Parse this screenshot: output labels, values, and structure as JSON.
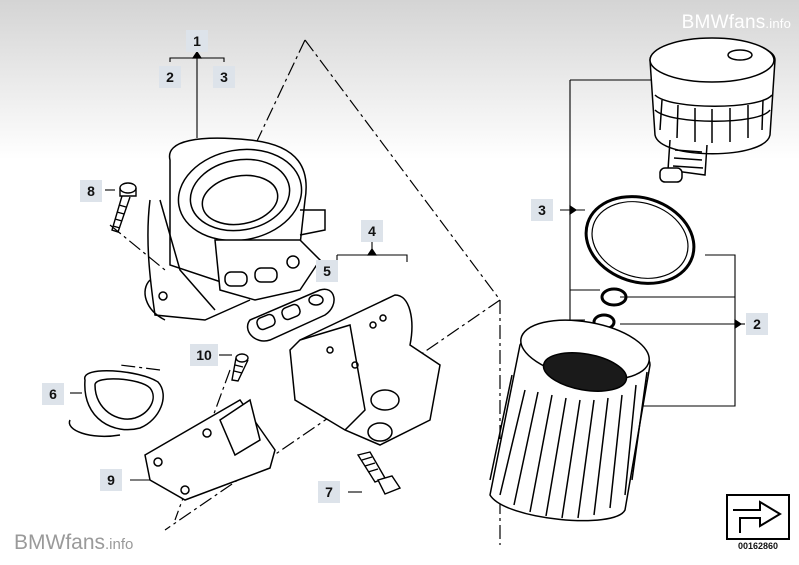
{
  "watermark_top": {
    "brand": "BMWfans",
    "suffix": ".info"
  },
  "watermark_bottom": {
    "brand": "BMWfans",
    "suffix": ".info"
  },
  "diagram_id": "00162860",
  "callouts": [
    {
      "id": "c-1-top",
      "label": "1"
    },
    {
      "id": "c-2-left",
      "label": "2"
    },
    {
      "id": "c-3-left",
      "label": "3"
    },
    {
      "id": "c-8",
      "label": "8"
    },
    {
      "id": "c-4",
      "label": "4"
    },
    {
      "id": "c-5",
      "label": "5"
    },
    {
      "id": "c-10",
      "label": "10"
    },
    {
      "id": "c-6",
      "label": "6"
    },
    {
      "id": "c-9",
      "label": "9"
    },
    {
      "id": "c-7",
      "label": "7"
    },
    {
      "id": "c-3-right",
      "label": "3"
    },
    {
      "id": "c-2-right",
      "label": "2"
    }
  ]
}
